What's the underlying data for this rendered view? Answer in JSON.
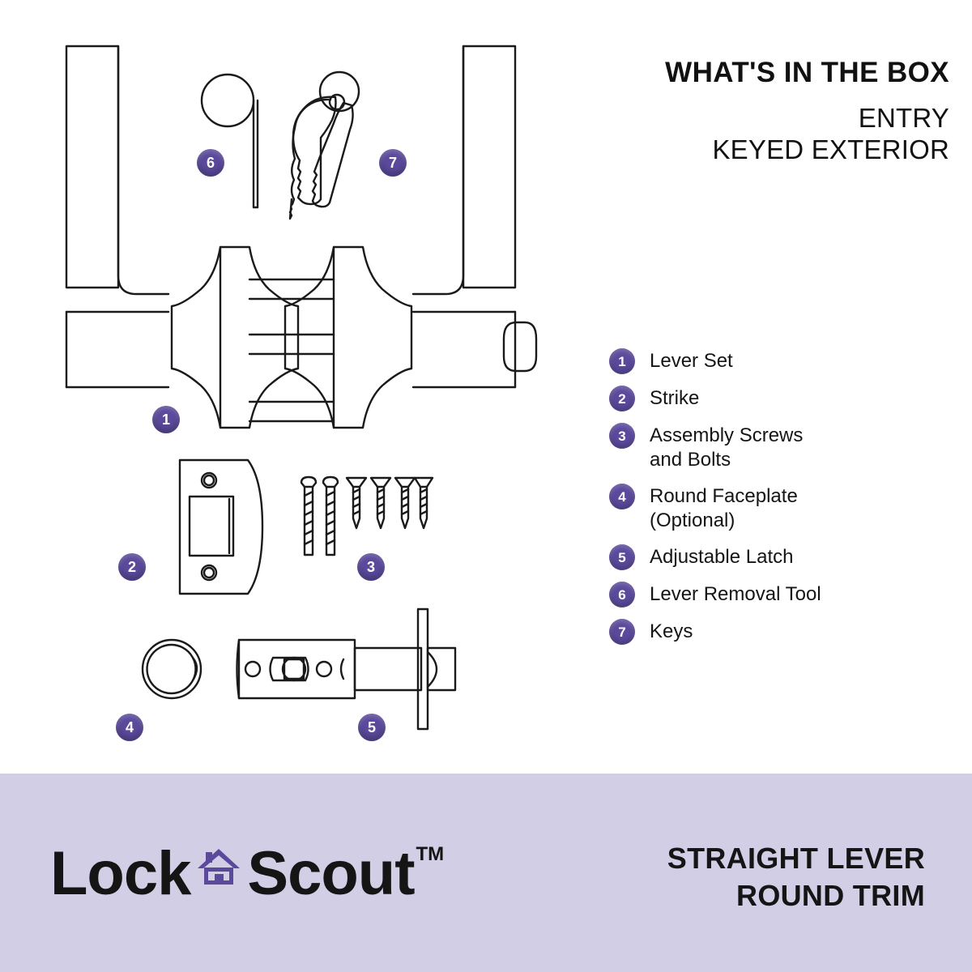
{
  "header": {
    "title": "WHAT'S IN THE BOX",
    "subtitle_line1": "ENTRY",
    "subtitle_line2": "KEYED EXTERIOR"
  },
  "legend": {
    "items": [
      {
        "number": "1",
        "label": "Lever Set"
      },
      {
        "number": "2",
        "label": "Strike"
      },
      {
        "number": "3",
        "label": "Assembly Screws\nand Bolts"
      },
      {
        "number": "4",
        "label": "Round Faceplate\n(Optional)"
      },
      {
        "number": "5",
        "label": "Adjustable Latch"
      },
      {
        "number": "6",
        "label": "Lever Removal Tool"
      },
      {
        "number": "7",
        "label": "Keys"
      }
    ]
  },
  "diagram": {
    "callouts": [
      {
        "number": "1",
        "part": "lever-set"
      },
      {
        "number": "2",
        "part": "strike"
      },
      {
        "number": "3",
        "part": "assembly-screws-and-bolts"
      },
      {
        "number": "4",
        "part": "round-faceplate"
      },
      {
        "number": "5",
        "part": "adjustable-latch"
      },
      {
        "number": "6",
        "part": "lever-removal-tool"
      },
      {
        "number": "7",
        "part": "keys"
      }
    ]
  },
  "footer": {
    "brand_part1": "Lock",
    "brand_part2": "Scout",
    "brand_tm": "TM",
    "product_line1": "STRAIGHT LEVER",
    "product_line2": "ROUND TRIM"
  },
  "colors": {
    "badge_purple": "#5b4a9c",
    "footer_band": "#d2cee6",
    "background": "#ffffff",
    "text": "#151515",
    "line_art": "#1a1a1a"
  }
}
